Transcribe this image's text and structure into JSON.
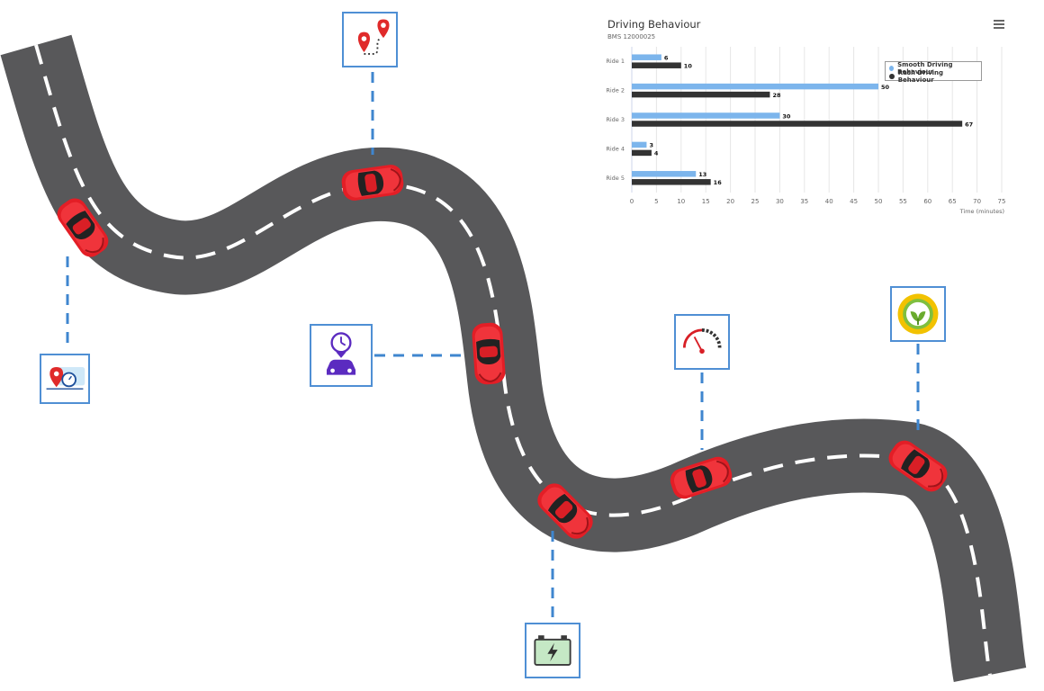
{
  "chart_data": {
    "type": "bar",
    "orientation": "horizontal",
    "title": "Driving Behaviour",
    "subtitle": "BMS 12000025",
    "categories": [
      "Ride 1",
      "Ride 2",
      "Ride 3",
      "Ride 4",
      "Ride 5"
    ],
    "series": [
      {
        "name": "Smooth Driving Behaviour",
        "color": "#7cb5ec",
        "values": [
          6,
          50,
          30,
          3,
          13
        ]
      },
      {
        "name": "Rash Driving Behaviour",
        "color": "#333333",
        "values": [
          10,
          28,
          67,
          4,
          16
        ]
      }
    ],
    "xlabel": "Time (minutes)",
    "xlim": [
      0,
      75
    ],
    "xticks": [
      0,
      5,
      10,
      15,
      20,
      25,
      30,
      35,
      40,
      45,
      50,
      55,
      60,
      65,
      70,
      75
    ],
    "grid": true,
    "legend_position": "top-right",
    "data_labels": true
  },
  "scene": {
    "road_color": "#58585a",
    "lane_marking_color": "#ffffff",
    "car_color": "#e8232b",
    "connector_color": "#3f86cf",
    "icons": [
      "route-map-pin-icon",
      "trip-timer-icon",
      "scheduled-service-icon",
      "speedometer-icon",
      "battery-charge-icon",
      "eco-leaf-icon"
    ]
  }
}
